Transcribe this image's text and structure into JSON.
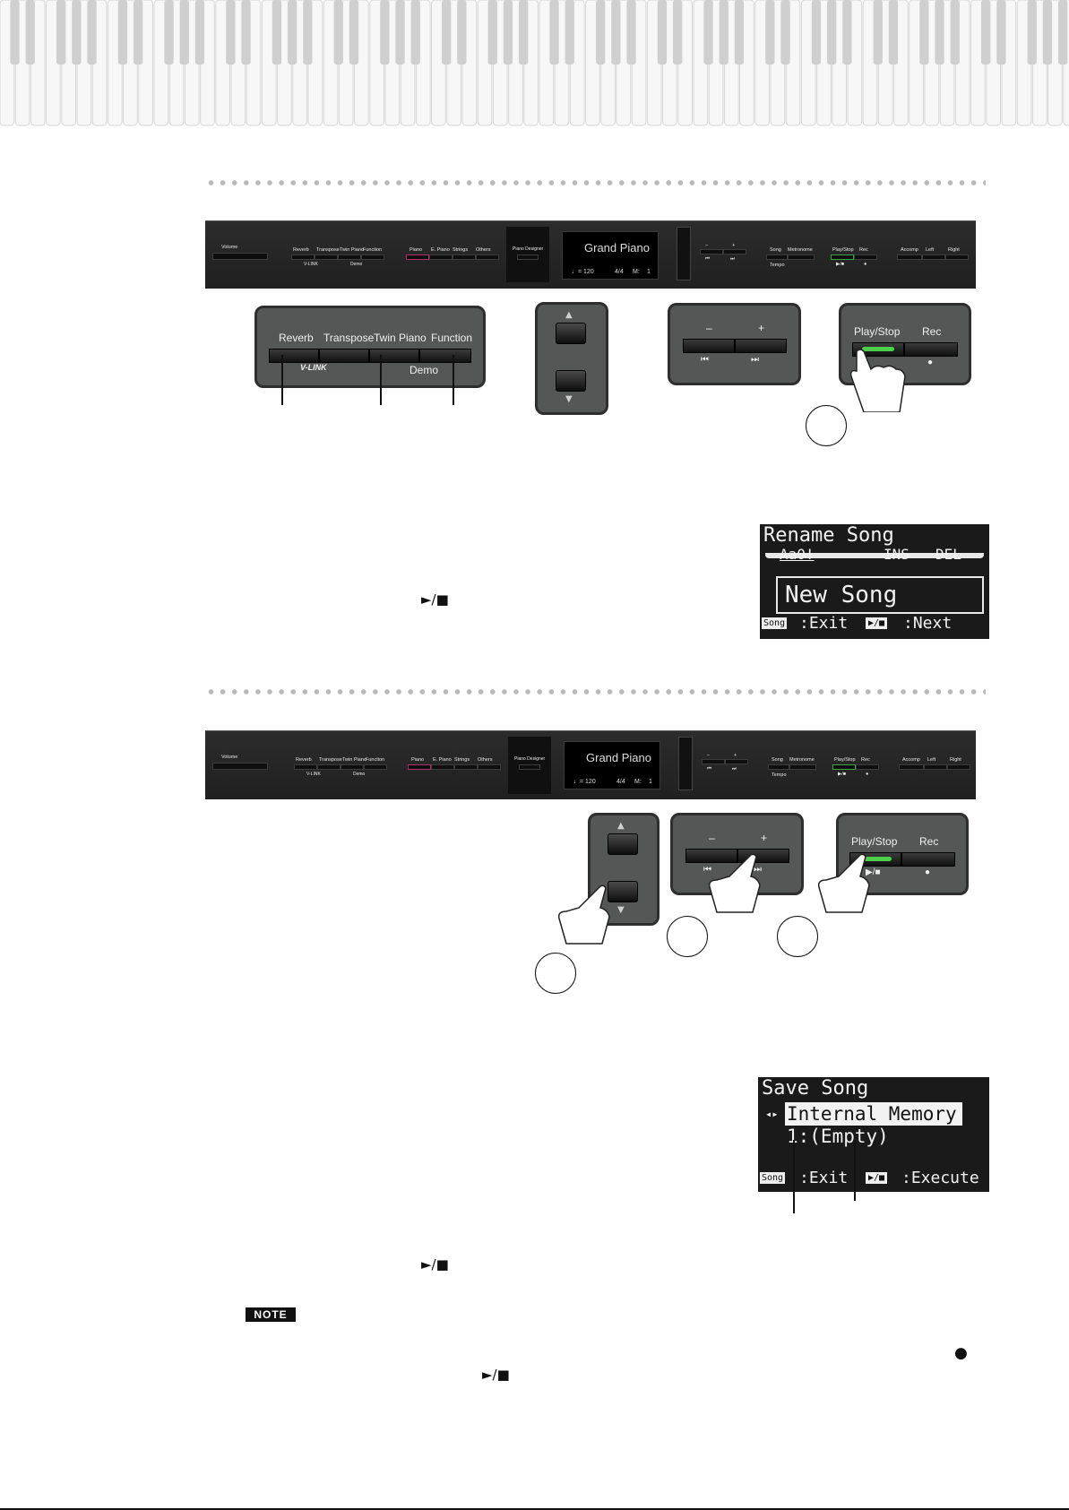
{
  "panel": {
    "volume": "Volume",
    "reverb": "Reverb",
    "transpose": "Transpose",
    "twin_piano": "Twin Piano",
    "function": "Function",
    "vlink": "V-LINK",
    "demo": "Demo",
    "piano": "Piano",
    "e_piano": "E. Piano",
    "strings": "Strings",
    "others": "Others",
    "piano_designer": "Piano Designer",
    "display_title": "Grand Piano",
    "tempo": "♩= 120",
    "beat": "4/4",
    "measure_label": "M:",
    "measure": "1",
    "minus": "–",
    "plus": "+",
    "bwd": "⏮",
    "fwd": "⏭",
    "song": "Song",
    "metronome": "Metronome",
    "tempo_label": "Tempo",
    "play_stop": "Play/Stop",
    "rec": "Rec",
    "play_sym": "▶/■",
    "rec_sym": "●",
    "accomp": "Accomp",
    "left": "Left",
    "right": "Right"
  },
  "zoom1": {
    "reverb": "Reverb",
    "transpose": "Transpose",
    "twin_piano": "Twin Piano",
    "function": "Function",
    "vlink": "V-LINK",
    "demo": "Demo",
    "up": "▲",
    "down": "▼",
    "minus": "–",
    "plus": "+",
    "bwd": "⏮",
    "fwd": "⏭",
    "play_stop": "Play/Stop",
    "rec": "Rec",
    "rec_sym": "●"
  },
  "zoom2": {
    "up": "▲",
    "down": "▼",
    "minus": "–",
    "plus": "+",
    "bwd": "⏮",
    "fwd": "⏭",
    "play_stop": "Play/Stop",
    "rec": "Rec",
    "play_sym": "▶/■",
    "rec_sym": "●"
  },
  "rename_screen": {
    "title": "Rename Song",
    "aa": "Aa0!",
    "ins": "INS",
    "del": "DEL",
    "name": "New Song",
    "song_key": "Song",
    "exit": ":Exit",
    "play_key": "▶/■",
    "next": ":Next"
  },
  "save_screen": {
    "title": "Save Song",
    "arrows": "◂▸",
    "memory": "Internal Memory",
    "slot": "1:(Empty)",
    "song_key": "Song",
    "exit": ":Exit",
    "play_key": "▶/■",
    "execute": ":Execute"
  },
  "symbols": {
    "play_stop": "►/■",
    "rec_dot": "●"
  },
  "note": "NOTE"
}
